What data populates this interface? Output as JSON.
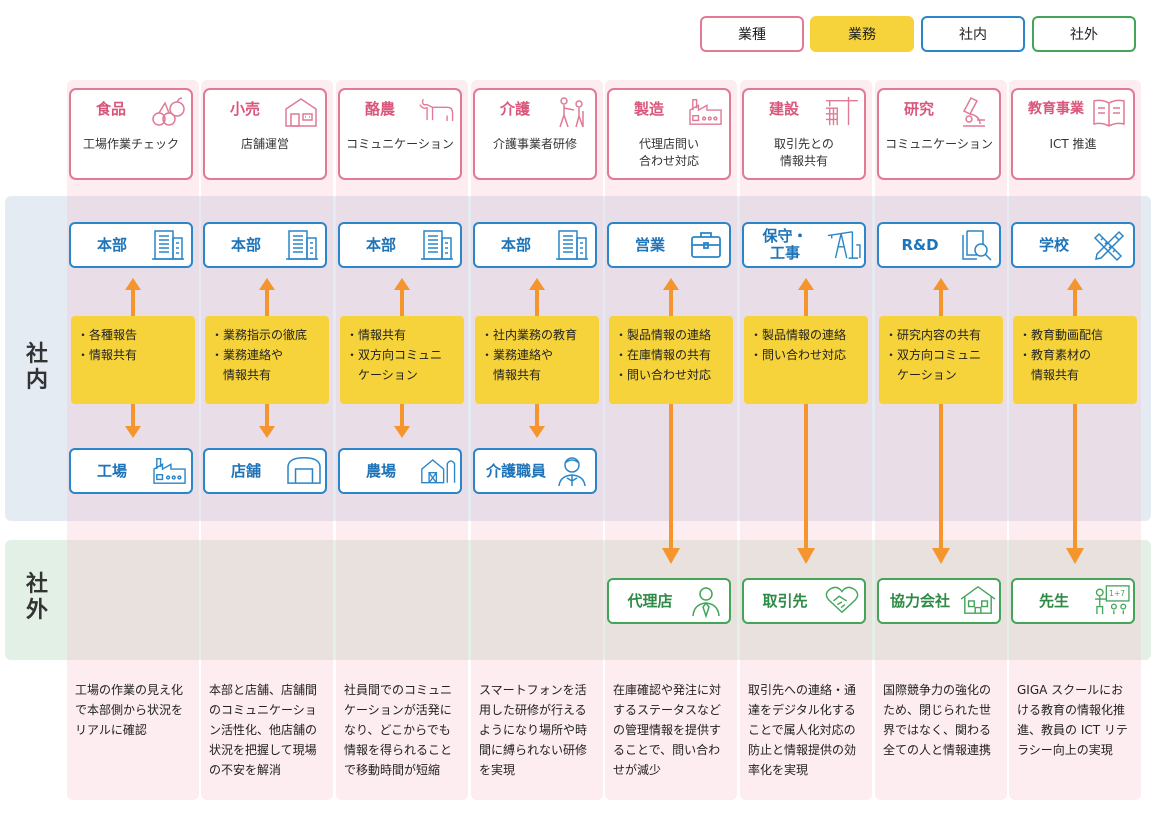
{
  "legend": {
    "industry": "業種",
    "work": "業務",
    "internal": "社内",
    "external": "社外"
  },
  "colors": {
    "industry": "#e07a95",
    "work": "#f6d33a",
    "internal": "#2a86c8",
    "external": "#43a45a",
    "arrow": "#f4952e"
  },
  "bands": {
    "internal_label": "社内",
    "external_label": "社外"
  },
  "columns": [
    {
      "industry": "食品",
      "task": "工場作業チェック",
      "icon": "fruit-icon",
      "hq": "本部",
      "hq_icon": "office-building-icon",
      "work": [
        "・各種報告",
        "・情報共有"
      ],
      "site": "工場",
      "site_icon": "factory-icon",
      "external": "",
      "external_icon": "",
      "desc": "工場の作業の見え化で本部側から状況をリアルに確認"
    },
    {
      "industry": "小売",
      "task": "店舗運営",
      "icon": "store-icon",
      "hq": "本部",
      "hq_icon": "office-building-icon",
      "work": [
        "・業務指示の徹底",
        "・業務連絡や",
        "　情報共有"
      ],
      "site": "店舗",
      "site_icon": "shop-icon",
      "external": "",
      "external_icon": "",
      "desc": "本部と店舗、店舗間のコミュニケーション活性化、他店舗の状況を把握して現場の不安を解消"
    },
    {
      "industry": "酪農",
      "task": "コミュニケーション",
      "icon": "cow-icon",
      "hq": "本部",
      "hq_icon": "office-building-icon",
      "work": [
        "・情報共有",
        "・双方向コミュニ",
        "　ケーション"
      ],
      "site": "農場",
      "site_icon": "barn-icon",
      "external": "",
      "external_icon": "",
      "desc": "社員間でのコミュニケーションが活発になり、どこからでも情報を得られることで移動時間が短縮"
    },
    {
      "industry": "介護",
      "task": "介護事業者研修",
      "icon": "caregiver-icon",
      "hq": "本部",
      "hq_icon": "office-building-icon",
      "work": [
        "・社内業務の教育",
        "・業務連絡や",
        "　情報共有"
      ],
      "site": "介護職員",
      "site_icon": "staff-icon",
      "external": "",
      "external_icon": "",
      "desc": "スマートフォンを活用した研修が行えるようになり場所や時間に縛られない研修を実現"
    },
    {
      "industry": "製造",
      "task": "代理店問い\n合わせ対応",
      "icon": "factory-icon",
      "hq": "営業",
      "hq_icon": "briefcase-icon",
      "work": [
        "・製品情報の連絡",
        "・在庫情報の共有",
        "・問い合わせ対応"
      ],
      "site": "",
      "site_icon": "",
      "external": "代理店",
      "external_icon": "businessman-icon",
      "desc": "在庫確認や発注に対するステータスなどの管理情報を提供することで、問い合わせが減少"
    },
    {
      "industry": "建設",
      "task": "取引先との\n情報共有",
      "icon": "crane-icon",
      "hq": "保守・\n工事",
      "hq_icon": "pump-jack-icon",
      "work": [
        "・製品情報の連絡",
        "・問い合わせ対応"
      ],
      "site": "",
      "site_icon": "",
      "external": "取引先",
      "external_icon": "handshake-icon",
      "desc": "取引先への連絡・通達をデジタル化することで属人化対応の防止と情報提供の効率化を実現"
    },
    {
      "industry": "研究",
      "task": "コミュニケーション",
      "icon": "microscope-icon",
      "hq": "R&D",
      "hq_icon": "document-search-icon",
      "work": [
        "・研究内容の共有",
        "・双方向コミュニ",
        "　ケーション"
      ],
      "site": "",
      "site_icon": "",
      "external": "協力会社",
      "external_icon": "house-icon",
      "desc": "国際競争力の強化のため、閉じられた世界ではなく、関わる全ての人と情報連携"
    },
    {
      "industry": "教育事業",
      "task": "ICT 推進",
      "icon": "book-icon",
      "hq": "学校",
      "hq_icon": "pencil-ruler-icon",
      "work": [
        "・教育動画配信",
        "・教育素材の",
        "　情報共有"
      ],
      "site": "",
      "site_icon": "",
      "external": "先生",
      "external_icon": "teacher-icon",
      "desc": "GIGA スクールにおける教育の情報化推進、教員の ICT リテラシー向上の実現"
    }
  ]
}
